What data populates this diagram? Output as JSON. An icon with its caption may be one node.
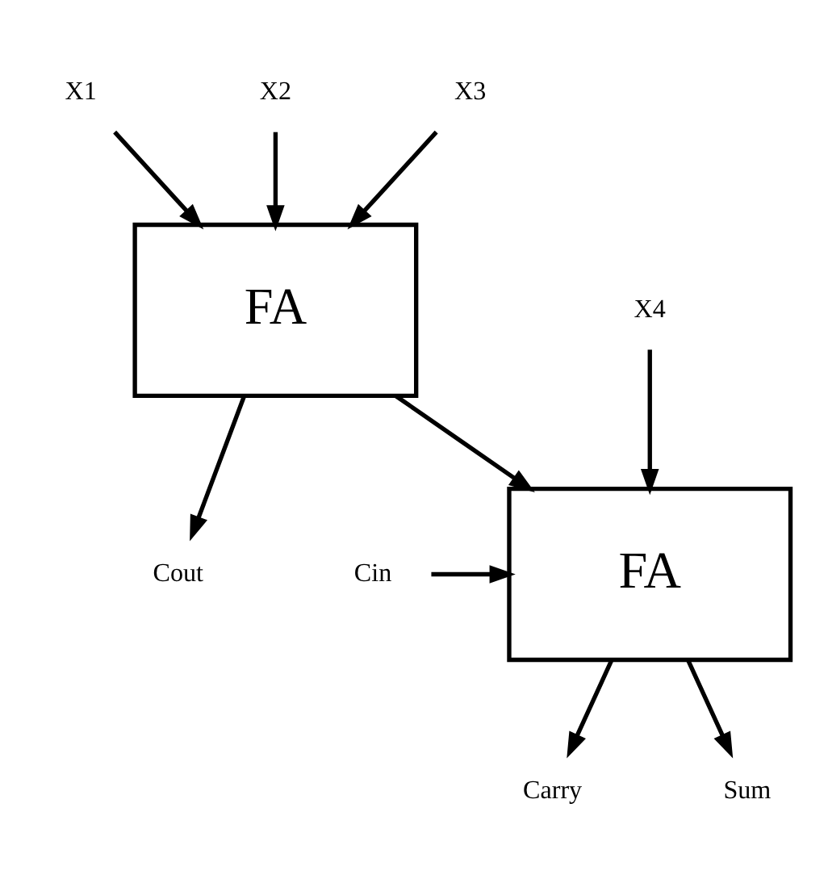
{
  "diagram": {
    "nodes": [
      {
        "text": [
          "X1"
        ]
      },
      {
        "text": [
          "X2"
        ]
      },
      {
        "text": [
          "X3"
        ]
      },
      {
        "text": [
          "X4"
        ]
      },
      {
        "text": [
          "FA"
        ]
      },
      {
        "text": [
          "Cout"
        ]
      },
      {
        "text": [
          "FA"
        ]
      },
      {
        "text": [
          "Cin"
        ]
      },
      {
        "text": [
          "Carry"
        ]
      },
      {
        "text": [
          "Sum"
        ]
      }
    ],
    "edges": [
      {
        "from": 0,
        "to": 4,
        "arrow": "to"
      },
      {
        "from": 1,
        "to": 4,
        "arrow": "to"
      },
      {
        "from": 2,
        "to": 4,
        "arrow": "to"
      },
      {
        "from": 3,
        "to": 6,
        "arrow": "to"
      },
      {
        "from": 4,
        "to": 5,
        "arrow": "to"
      },
      {
        "from": 4,
        "to": 6,
        "arrow": "to"
      },
      {
        "from": 7,
        "to": 6,
        "arrow": "to"
      },
      {
        "from": 6,
        "to": 8,
        "arrow": "to"
      },
      {
        "from": 6,
        "to": 9,
        "arrow": "to"
      }
    ]
  }
}
